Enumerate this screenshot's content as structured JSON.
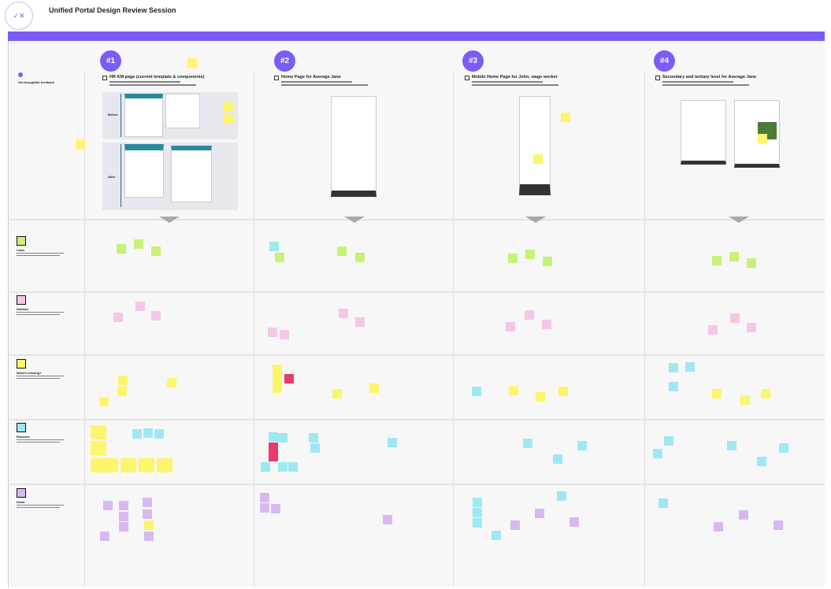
{
  "header": {
    "title": "Unified Portal Design Review Session",
    "logo_icon": "chat-feedback-icon"
  },
  "goal": {
    "label": "Get thoughtful feedback"
  },
  "columns": [
    {
      "number": "#1",
      "title": "HR KM page (current template & components)",
      "icon": "page-icon"
    },
    {
      "number": "#2",
      "title": "Home Page for Average Jane",
      "icon": "desktop-icon"
    },
    {
      "number": "#3",
      "title": "Mobile Home Page for John, wage worker",
      "icon": "mobile-icon"
    },
    {
      "number": "#4",
      "title": "Secondary and tertiary level for Average Jane",
      "icon": "page-icon"
    }
  ],
  "compare": {
    "before": "Before",
    "after": "After"
  },
  "rows": [
    {
      "label": "Likes",
      "color": "#c6f27a"
    },
    {
      "label": "Dislikes",
      "color": "#f5c6e6"
    },
    {
      "label": "What's missing?",
      "color": "#fdf56b"
    },
    {
      "label": "Reasons",
      "color": "#9ee8f2"
    },
    {
      "label": "Ideas",
      "color": "#d9b8f2"
    }
  ],
  "colors": {
    "accent": "#7b5cf5",
    "green": "#c6f27a",
    "pink": "#f5c6e6",
    "yellow": "#fdf56b",
    "cyan": "#9ee8f2",
    "purple": "#d9b8f2",
    "red": "#e83a6b"
  }
}
